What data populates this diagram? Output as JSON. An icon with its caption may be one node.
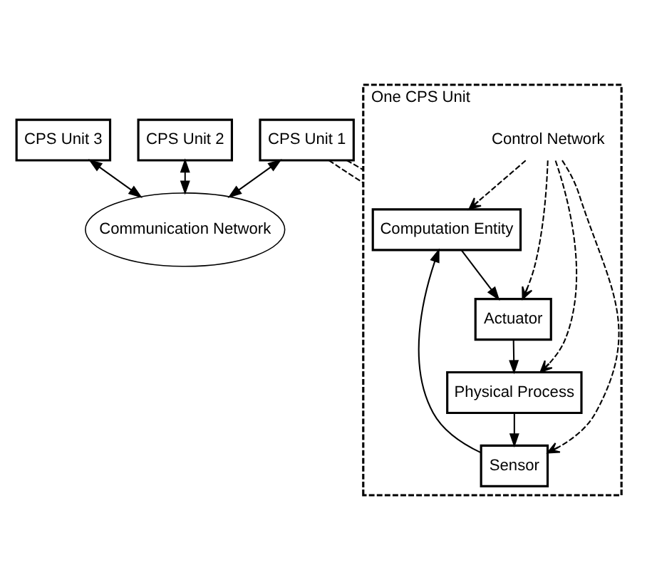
{
  "diagram": {
    "nodes": [
      {
        "text": [
          "CPS Unit 3"
        ]
      },
      {
        "text": [
          "CPS Unit 2"
        ]
      },
      {
        "text": [
          "CPS Unit 1"
        ]
      },
      {
        "text": [
          "Communication Network"
        ]
      },
      {
        "text": [
          "One CPS Unit"
        ]
      },
      {
        "text": [
          "Computation Entity"
        ],
        "in": 4
      },
      {
        "text": [
          "Actuator"
        ],
        "in": 4
      },
      {
        "text": [
          "Control Network"
        ],
        "in": 4
      },
      {
        "text": [
          "Sensor"
        ],
        "in": 4
      },
      {
        "text": [
          "Physical Process"
        ],
        "in": 4
      }
    ],
    "edges": [
      {
        "from": 0,
        "to": 3,
        "arrow": "both"
      },
      {
        "from": 1,
        "to": 3,
        "arrow": "both"
      },
      {
        "from": 2,
        "to": 3,
        "arrow": "both"
      },
      {
        "from": 2,
        "to": 4,
        "arrow": "none",
        "style": "dashed"
      },
      {
        "from": 2,
        "to": 4,
        "arrow": "none",
        "style": "dashed"
      },
      {
        "from": 5,
        "to": 6,
        "arrow": "to"
      },
      {
        "from": 6,
        "to": 9,
        "arrow": "to"
      },
      {
        "from": 9,
        "to": 8,
        "arrow": "to"
      },
      {
        "from": 8,
        "to": 5,
        "arrow": "to"
      },
      {
        "from": 7,
        "to": 5,
        "arrow": "to",
        "style": "dashed"
      },
      {
        "from": 7,
        "to": 8,
        "arrow": "to",
        "style": "dashed"
      },
      {
        "from": 7,
        "to": 6,
        "arrow": "to",
        "style": "dashed"
      },
      {
        "from": 7,
        "to": 9,
        "arrow": "to",
        "style": "dashed"
      }
    ]
  }
}
